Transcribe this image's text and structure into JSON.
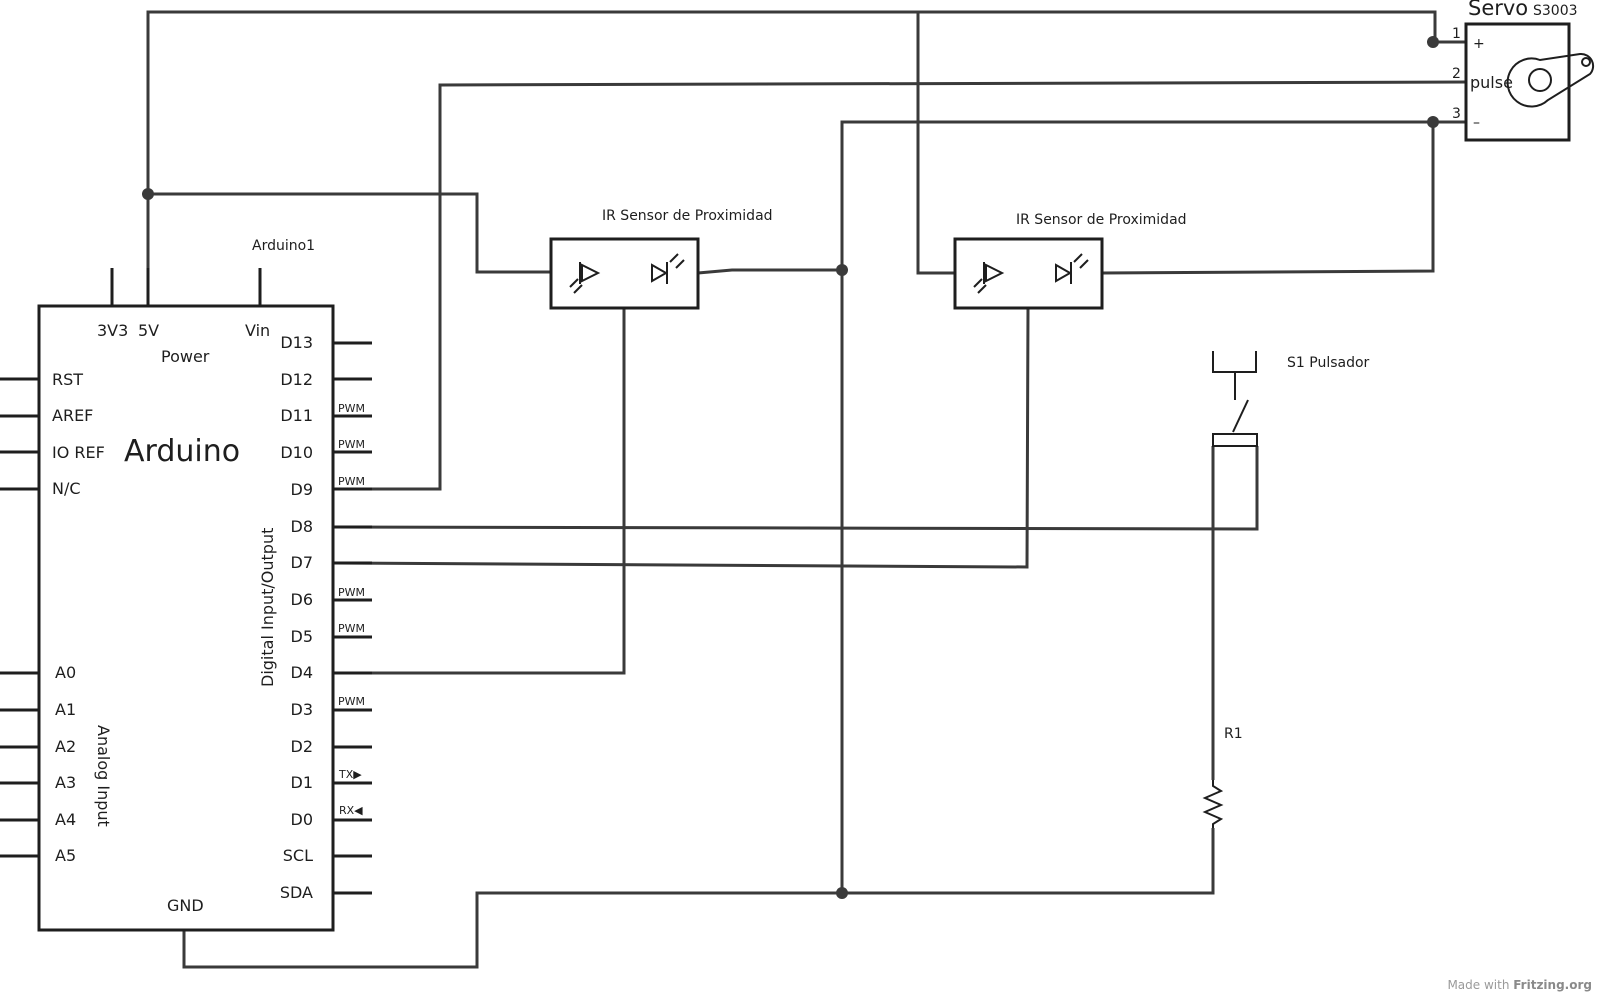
{
  "arduino": {
    "ref": "Arduino1",
    "name": "Arduino",
    "power_label": "Power",
    "digital_label": "Digital Input/Output",
    "analog_label": "Analog Input",
    "top_pins": [
      "3V3",
      "5V",
      "Vin"
    ],
    "left_pins": [
      "RST",
      "AREF",
      "IO REF",
      "N/C"
    ],
    "analog_pins": [
      "A0",
      "A1",
      "A2",
      "A3",
      "A4",
      "A5"
    ],
    "right_pins": [
      "D13",
      "D12",
      "D11",
      "D10",
      "D9",
      "D8",
      "D7",
      "D6",
      "D5",
      "D4",
      "D3",
      "D2",
      "D1",
      "D0",
      "SCL",
      "SDA"
    ],
    "pwm_tag": "PWM",
    "tx_tag": "TX▶",
    "rx_tag": "RX◀",
    "gnd": "GND"
  },
  "ir_sensor_1": {
    "label": "IR Sensor de Proximidad"
  },
  "ir_sensor_2": {
    "label": "IR Sensor de Proximidad"
  },
  "servo": {
    "title": "Servo",
    "model": "S3003",
    "pin_numbers": [
      "1",
      "2",
      "3"
    ],
    "pin_labels": [
      "+",
      "pulse",
      "–"
    ]
  },
  "switch": {
    "label": "S1 Pulsador"
  },
  "resistor": {
    "label": "R1"
  },
  "footer": {
    "made_with": "Made with",
    "brand": "Fritzing.org"
  }
}
